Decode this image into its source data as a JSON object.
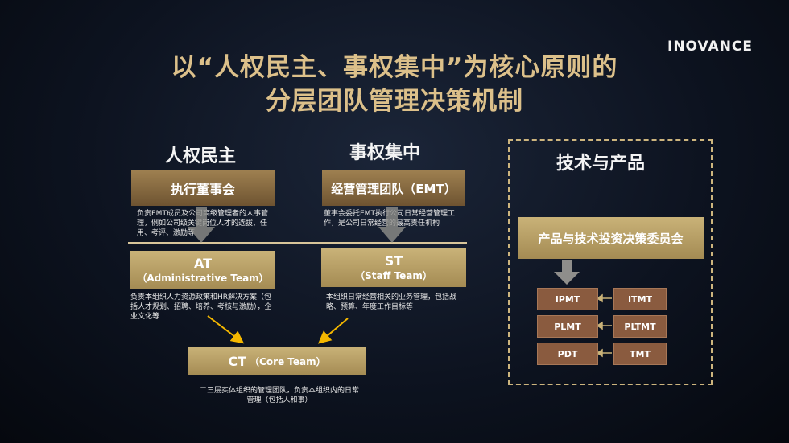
{
  "brand": "INOVANCE",
  "title": {
    "line1": "以“人权民主、事权集中”为核心原则的",
    "line2": "分层团队管理决策机制"
  },
  "left": {
    "heading": "人权民主",
    "board": "执行董事会",
    "board_desc": "负责EMT成员及公司高级管理者的人事管理，例如公司级关键岗位人才的选拔、任用、考评、激励等",
    "at_title": "AT",
    "at_sub": "（Administrative Team）",
    "at_desc": "负责本组织人力资源政策和HR解决方案（包括人才规划、招聘、培养、考核与激励），企业文化等"
  },
  "middle": {
    "heading": "事权集中",
    "emt": "经营管理团队（EMT）",
    "emt_desc": "董事会委托EMT执行公司日常经营管理工作，是公司日常经营的最高责任机构",
    "st_title": "ST",
    "st_sub": "（Staff Team）",
    "st_desc": "本组织日常经营相关的业务管理，包括战略、预算、年度工作目标等"
  },
  "core": {
    "title": "CT",
    "sub": "（Core Team）",
    "desc": "二三层实体组织的管理团队，负责本组织内的日常管理（包括人和事）"
  },
  "right": {
    "heading": "技术与产品",
    "committee": "产品与技术投资决策委员会",
    "teams": [
      "IPMT",
      "ITMT",
      "PLMT",
      "PLTMT",
      "PDT",
      "TMT"
    ]
  },
  "colors": {
    "gold": "#c9b278",
    "brown": "#8a5b3f",
    "arrow": "#f5b800",
    "title": "#dcc08a"
  }
}
